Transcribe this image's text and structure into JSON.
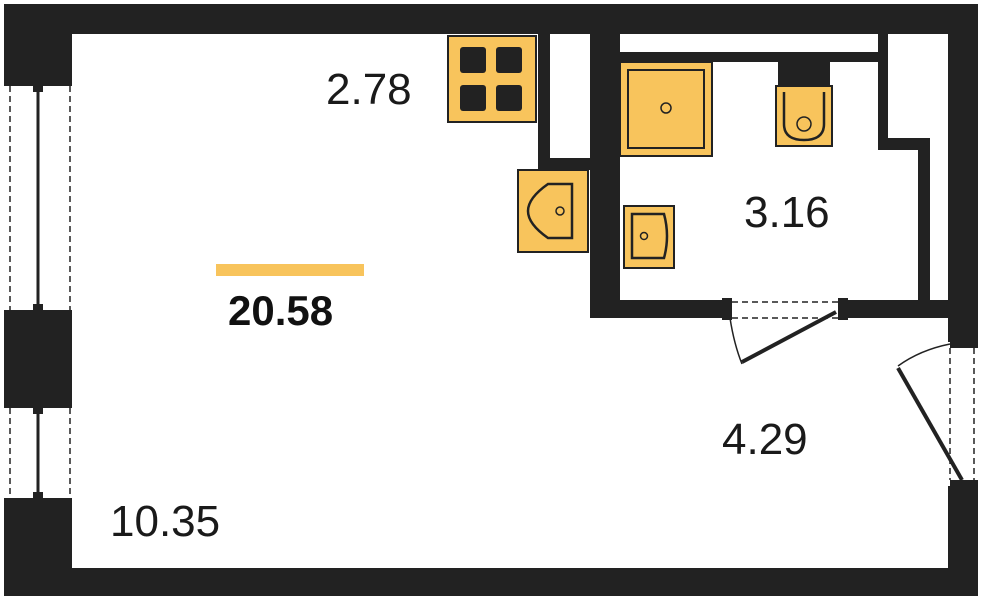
{
  "plan": {
    "total_area": "20.58",
    "rooms": {
      "kitchen": "2.78",
      "bathroom": "3.16",
      "hallway": "4.29",
      "living_room": "10.35"
    }
  },
  "colors": {
    "wall": "#222222",
    "fixture": "#F8C45C",
    "accent": "#F8C45C",
    "background": "#FFFFFF"
  },
  "icons": [
    "stove-icon",
    "kitchen-sink-icon",
    "shower-tray-icon",
    "washbasin-icon",
    "toilet-icon",
    "window-icon",
    "door-icon"
  ]
}
